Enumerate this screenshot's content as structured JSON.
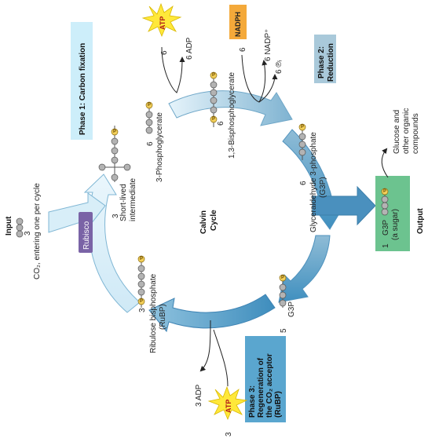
{
  "phases": {
    "p1": "Phase 1: Carbon fixation",
    "p2_line1": "Phase 2:",
    "p2_line2": "Reduction",
    "p3_line1": "Phase 3:",
    "p3_line2": "Regeneration of",
    "p3_line3": "the CO₂ acceptor",
    "p3_line4": "(RuBP)"
  },
  "center": {
    "line1": "Calvin",
    "line2": "Cycle"
  },
  "input": {
    "title": "Input",
    "count": "3",
    "co2_label": "CO₂, entering one per cycle"
  },
  "output": {
    "title": "Output",
    "count": "1",
    "g3p": "G3P",
    "sugar": "(a sugar)",
    "products_line1": "Glucose and",
    "products_line2": "other organic",
    "products_line3": "compounds"
  },
  "enzyme": {
    "rubisco": "Rubisco"
  },
  "molecules": {
    "short_lived_1": "Short-lived",
    "short_lived_2": "intermediate",
    "short_lived_count": "3",
    "pga": "3-Phosphoglycerate",
    "pga_count": "6",
    "bpg": "1,3-Bisphosphoglycerate",
    "bpg_count": "6",
    "g3p_1": "Glyceraldehyde 3-phosphate",
    "g3p_2": "(G3P)",
    "g3p_count": "6",
    "g3p_small": "G3P",
    "g3p_small_count": "5",
    "rubp_1": "Ribulose bisphosphate",
    "rubp_2": "(RuBP)",
    "rubp_count": "3"
  },
  "energy": {
    "atp_top_label": "ATP",
    "atp_top_count": "6",
    "adp_top": "6 ADP",
    "nadph_label": "NADPH",
    "nadph_count": "6",
    "nadp_out": "6 NADP⁺",
    "pi_out": "6 ℗ᵢ",
    "atp_bottom_label": "ATP",
    "atp_bottom_count": "3",
    "adp_bottom": "3 ADP"
  },
  "phosphate_symbol": "P",
  "colors": {
    "phase1_box": "#cdeefa",
    "phase2_box": "#a9c9da",
    "phase3_box": "#5aa6cf",
    "output_box": "#6cc38f",
    "rubisco_box": "#7a63a6",
    "nadph_box": "#f4a93a",
    "atp_star": "#ffe83a",
    "phosphate": "#f2cf5a",
    "carbon": "#b3b3b3",
    "arrow_light": "#d3ecf7",
    "arrow_mid": "#8fc0db",
    "arrow_dark": "#5a9ec6"
  }
}
